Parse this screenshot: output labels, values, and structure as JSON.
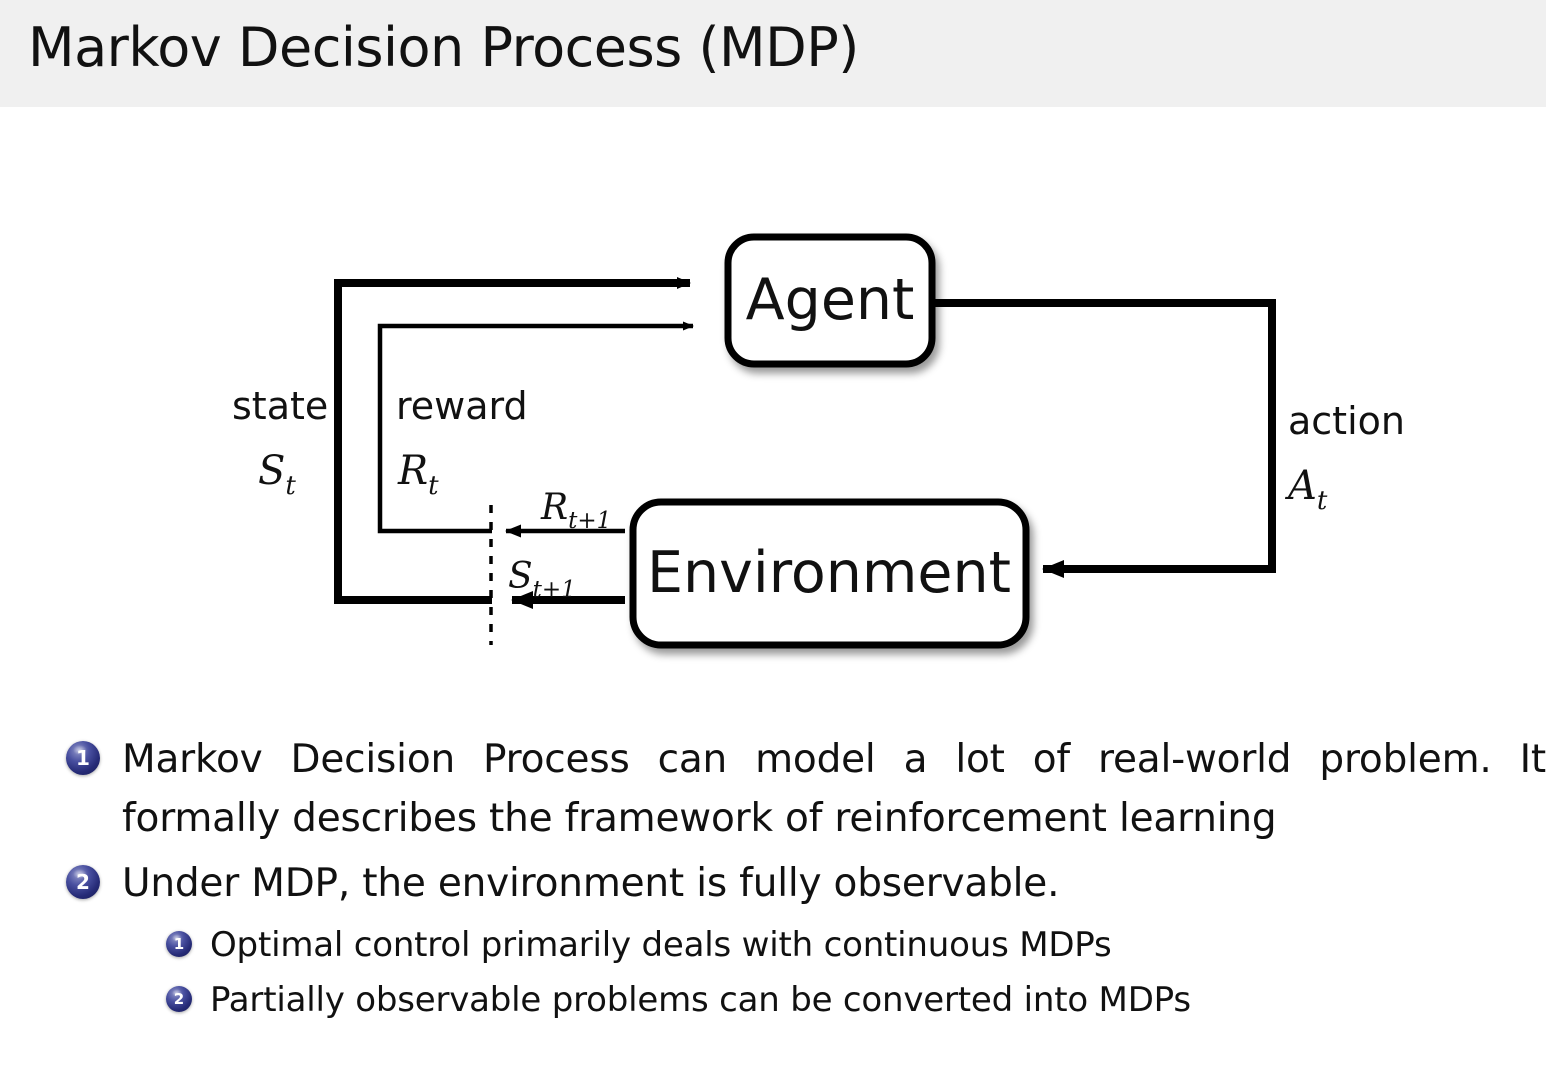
{
  "header": {
    "title": "Markov Decision Process (MDP)",
    "background_color": "#f0f0f0"
  },
  "diagram": {
    "name": "agent-environment-interaction-loop",
    "nodes": {
      "agent": "Agent",
      "environment": "Environment"
    },
    "labels": {
      "state_word": "state",
      "state_symbol": "S",
      "state_sub": "t",
      "reward_word": "reward",
      "reward_symbol": "R",
      "reward_sub": "t",
      "action_word": "action",
      "action_symbol": "A",
      "action_sub": "t",
      "next_reward_symbol": "R",
      "next_reward_sub": "t+1",
      "next_state_symbol": "S",
      "next_state_sub": "t+1"
    },
    "colors": {
      "stroke": "#000000",
      "fill": "#ffffff",
      "shadow": "rgba(0,0,0,0.35)"
    }
  },
  "bullets": {
    "marker_color": "#262b77",
    "items": [
      {
        "number": "1",
        "level": 1,
        "text": "Markov Decision Process can model a lot of real-world problem. It formally describes the framework of reinforcement learning"
      },
      {
        "number": "2",
        "level": 1,
        "text": "Under MDP, the environment is fully observable."
      },
      {
        "number": "1",
        "level": 2,
        "text": "Optimal control primarily deals with continuous MDPs"
      },
      {
        "number": "2",
        "level": 2,
        "text": "Partially observable problems can be converted into MDPs"
      }
    ]
  }
}
